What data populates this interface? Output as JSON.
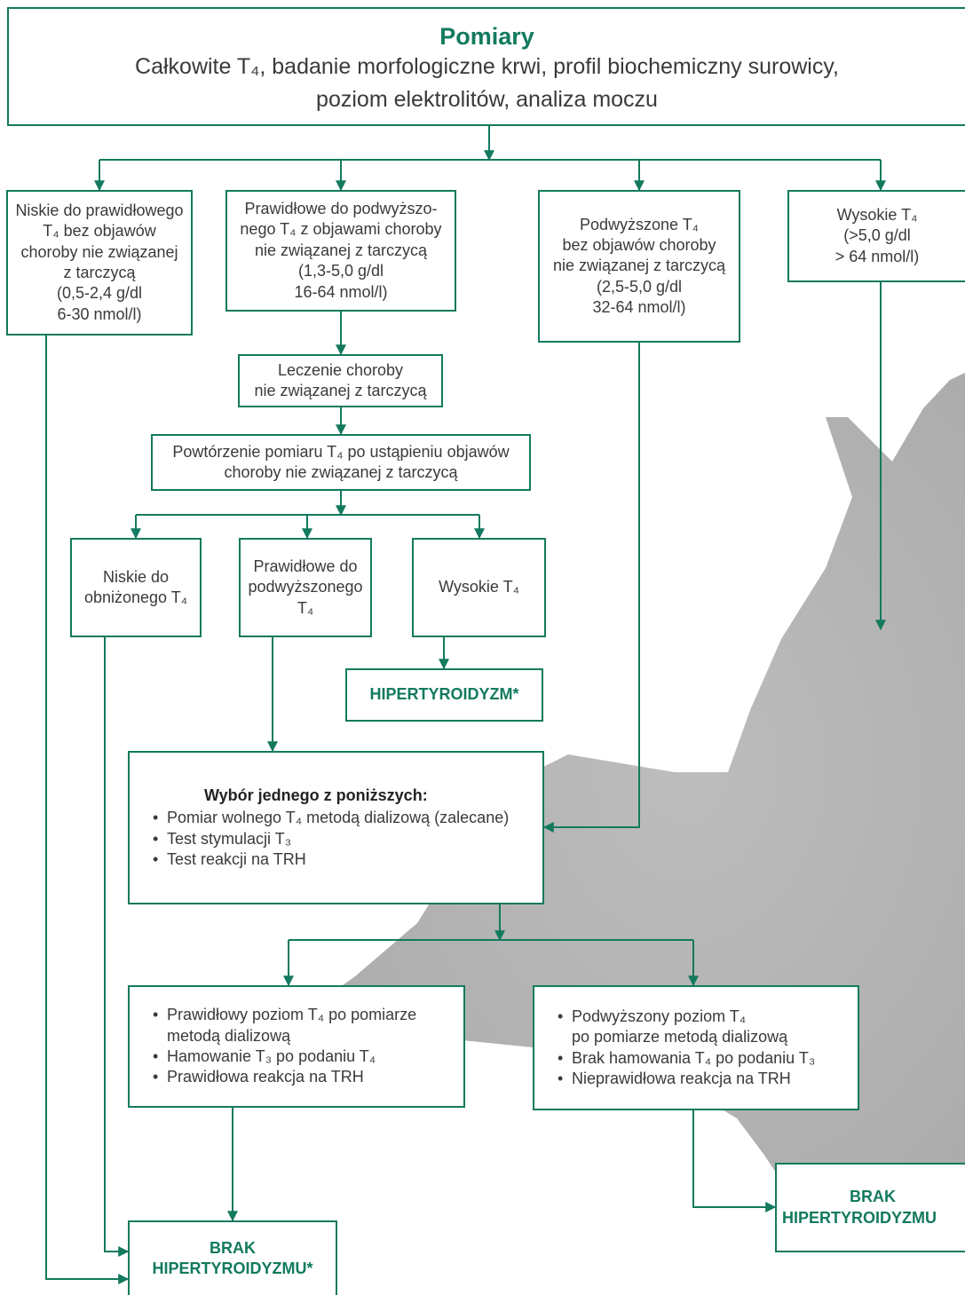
{
  "header": {
    "title": "Pomiary",
    "subtitle_line1": "Całkowite T₄, badanie morfologiczne krwi, profil biochemiczny surowicy,",
    "subtitle_line2": "poziom elektrolitów, analiza moczu"
  },
  "level1": {
    "low_normal": [
      "Niskie do prawidłowego",
      "T₄ bez objawów",
      "choroby nie związanej",
      "z tarczycą",
      "(0,5-2,4   g/dl",
      "6-30 nmol/l)"
    ],
    "normal_high": [
      "Prawidłowe do podwyższo-",
      "nego T₄ z objawami choroby",
      "nie związanej z tarczycą",
      "(1,3-5,0   g/dl",
      "16-64 nmol/l)"
    ],
    "elevated": [
      "Podwyższone T₄",
      "bez objawów choroby",
      "nie związanej z tarczycą",
      "(2,5-5,0   g/dl",
      "32-64 nmol/l)"
    ],
    "high": [
      "Wysokie T₄",
      "(>5,0   g/dl",
      "> 64 nmol/l)"
    ]
  },
  "treatment": [
    "Leczenie choroby",
    "nie związanej z tarczycą"
  ],
  "repeat": [
    "Powtórzenie pomiaru T₄ po ustąpieniu objawów",
    "choroby nie związanej z tarczycą"
  ],
  "level2": {
    "low": [
      "Niskie do",
      "obniżonego T₄"
    ],
    "normal": [
      "Prawidłowe do",
      "podwyższonego",
      "T₄"
    ],
    "high": [
      "Wysokie T₄"
    ]
  },
  "diagnosis_hyper": "HIPERTYROIDYZM*",
  "choice": {
    "heading": "Wybór jednego z poniższych:",
    "items": [
      "Pomiar wolnego T₄ metodą dializową (zalecane)",
      "Test  stymulacji T₃",
      "Test reakcji na TRH"
    ]
  },
  "result_normal": {
    "items": [
      "Prawidłowy poziom T₄ po pomiarze",
      "metodą dializową",
      "Hamowanie T₃ po podaniu T₄",
      "Prawidłowa reakcja na TRH"
    ]
  },
  "result_abnormal": {
    "items": [
      "Podwyższony poziom T₄",
      "po pomiarze metodą dializową",
      "Brak hamowania T₄ po podaniu T₃",
      "Nieprawidłowa reakcja na TRH"
    ]
  },
  "no_hyper_left": [
    "BRAK",
    "HIPERTYROIDYZMU*"
  ],
  "no_hyper_right": [
    "BRAK",
    "HIPERTYROIDYZMU"
  ],
  "colors": {
    "accent": "#137a5e",
    "text": "#3a3a3a",
    "cat": "#b8b8b8"
  }
}
